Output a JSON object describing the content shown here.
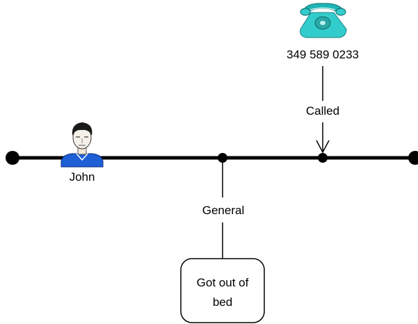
{
  "timeline": {
    "person": {
      "name": "John",
      "icon": "person-icon"
    },
    "phone": {
      "number": "349 589 0233",
      "icon": "telephone-icon"
    },
    "event_called": {
      "label": "Called"
    },
    "event_general": {
      "label": "General",
      "box_line1": "Got out of",
      "box_line2": "bed"
    }
  },
  "colors": {
    "line": "#000000",
    "phone": "#33cccc",
    "shirt": "#1e5fd6"
  }
}
